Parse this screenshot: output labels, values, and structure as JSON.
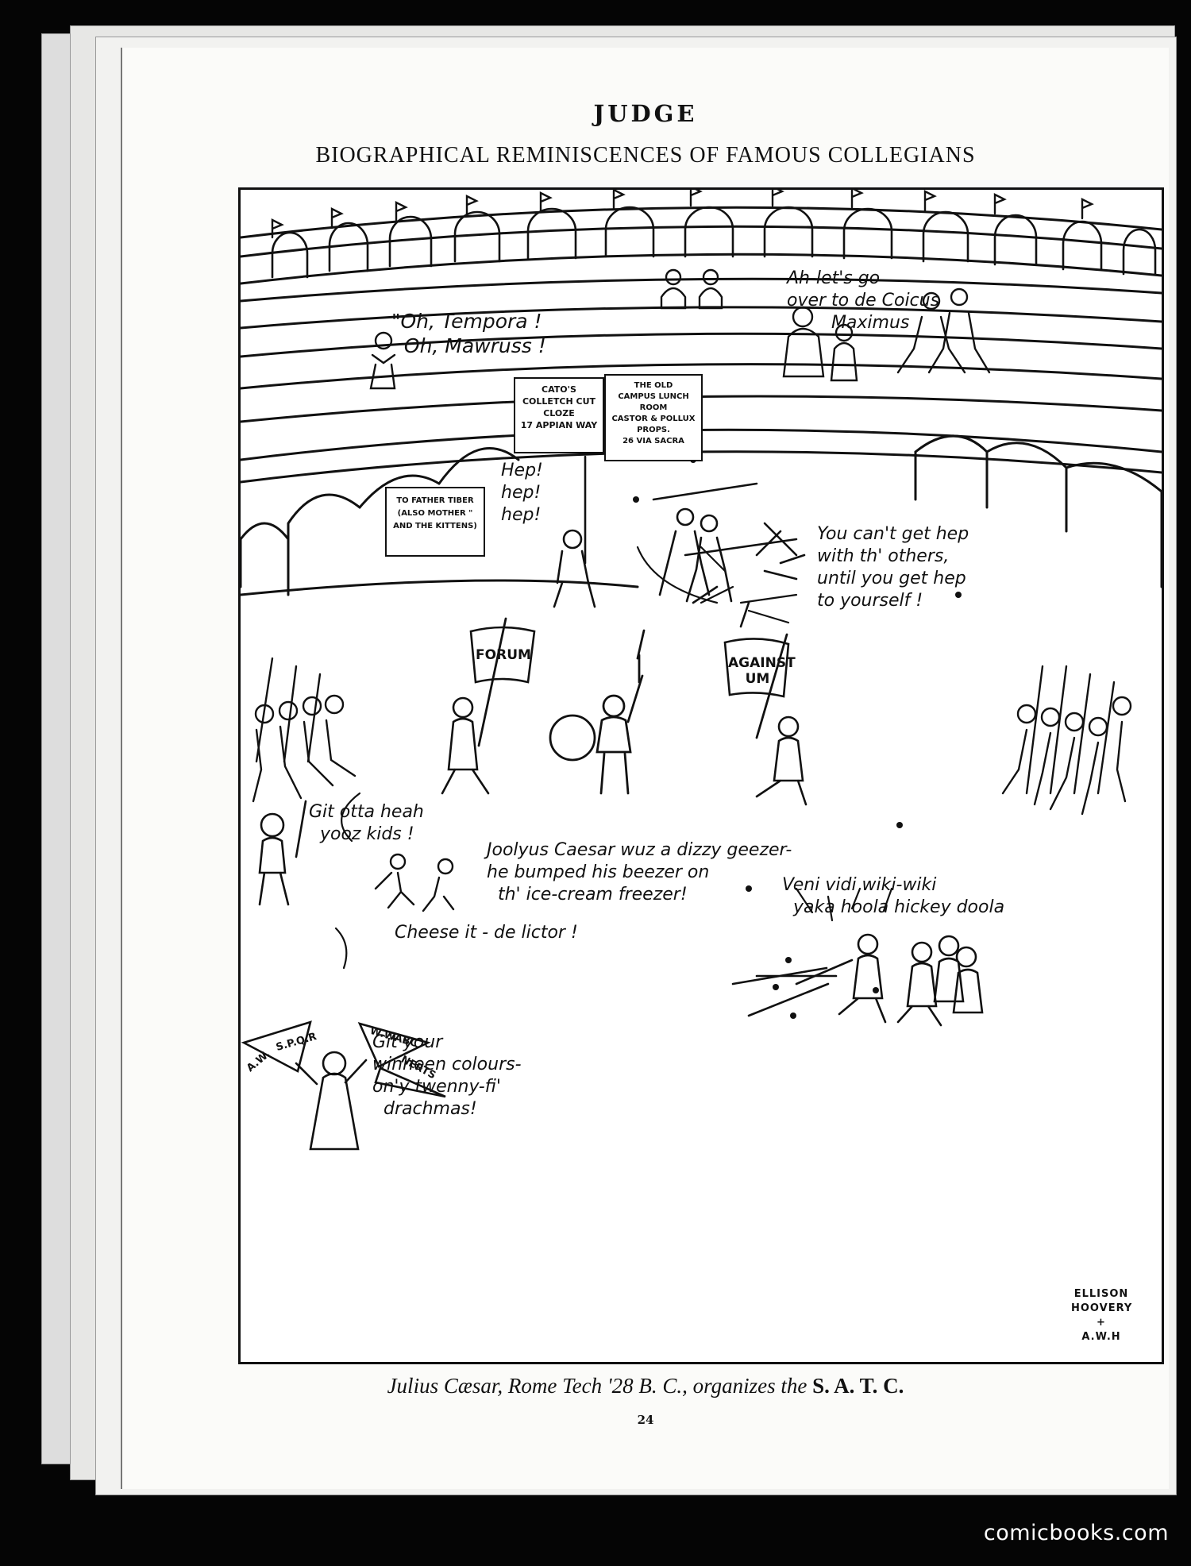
{
  "magazine": "JUDGE",
  "series_title": "BIOGRAPHICAL REMINISCENCES OF FAMOUS COLLEGIANS",
  "balloons": {
    "tempora": "\"Oh, Tempora !\n  Oh, Mawruss !",
    "coicus": "Ah-let's go\nover to de Coicus\n        Maximus",
    "hep": "Hep!\nhep!\nhep!",
    "hep_yourself": "You can't get hep\nwith th' others,\nuntil you get hep\nto yourself !",
    "git_otta": "Git otta heah\n  yooz kids !",
    "joolyus": "Joolyus Caesar wuz a dizzy geezer-\nhe bumped his beezer on\n  th' ice-cream freezer!",
    "cheese": "Cheese it - de lictor !",
    "veni": "Veni vidi wiki-wiki\n  yaka hoola hickey doola",
    "colours": "Git your\nwinneen colours-\non'y twenny-fi'\n  drachmas!"
  },
  "signs": {
    "catos": "CATO'S\nCOLLETCH CUT\nCLOZE\n17 APPIAN WAY",
    "lunch": "THE OLD\nCAMPUS LUNCH\nROOM\nCASTOR & POLLUX\nPROPS.\n26 VIA SACRA",
    "tiber": "TO FATHER TIBER\n(ALSO MOTHER \"\nAND THE KITTENS)"
  },
  "banners": {
    "forum": "FORUM",
    "against": "AGAINST\nUM"
  },
  "pennants": {
    "spqr": "S.P.Q.R",
    "aw": "A.W.",
    "wabc": "W.WABC",
    "nerts": "NERTS"
  },
  "signature": "ELLISON\nHOOVERY\n+\nA.W.H",
  "caption": {
    "part1": "Julius Cæsar, Rome Tech '28 B. C., organizes the ",
    "part2": "S. A. T. C."
  },
  "page_number": "24",
  "watermark": "comicbooks.com"
}
